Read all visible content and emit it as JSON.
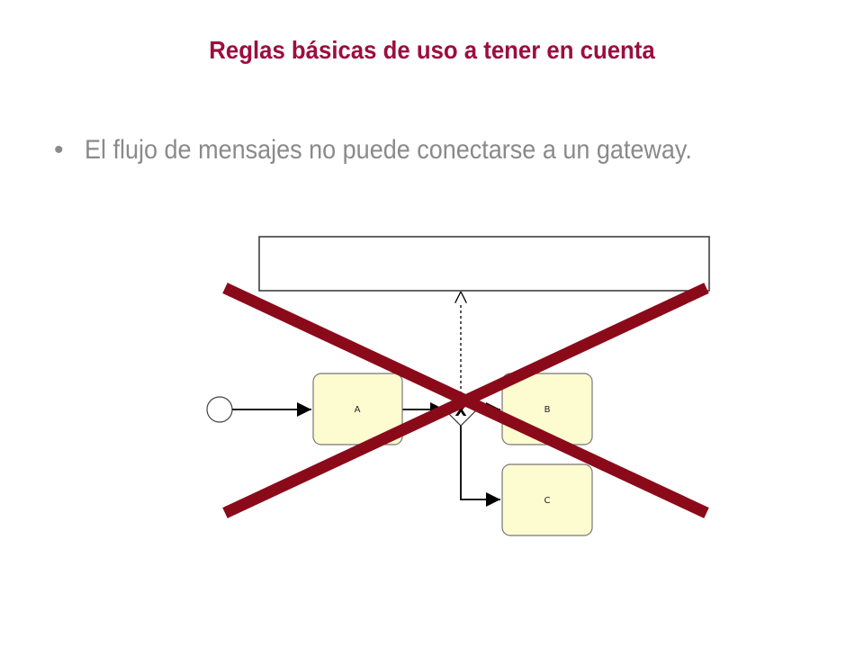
{
  "slide": {
    "title": "Reglas básicas de uso a tener en cuenta",
    "bullet": "El flujo de mensajes no puede conectarse a un gateway."
  },
  "diagram": {
    "tasks": [
      {
        "id": "A",
        "label": "A"
      },
      {
        "id": "B",
        "label": "B"
      },
      {
        "id": "C",
        "label": "C"
      }
    ],
    "gateway_marker": "X",
    "colors": {
      "title": "#9c0e3e",
      "bullet_text": "#8a8a8a",
      "task_fill": "#fdfbd0",
      "task_stroke": "#777777",
      "cross": "#8b0a1a"
    }
  }
}
